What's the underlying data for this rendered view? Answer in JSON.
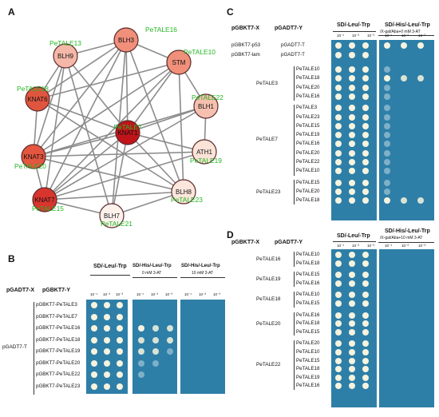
{
  "panels": {
    "a": "A",
    "b": "B",
    "c": "C",
    "d": "D"
  },
  "network": {
    "nodes": [
      {
        "id": "n1",
        "label_red": "BLH3",
        "label_green": "PeTALE16",
        "color": "#f08f7a"
      },
      {
        "id": "n2",
        "label_red": "BLH9",
        "label_green": "PeTALE13",
        "color": "#f5b8a8"
      },
      {
        "id": "n3",
        "label_red": "STM",
        "label_green": "PeTALE10",
        "color": "#f0907a"
      },
      {
        "id": "n4",
        "label_red": "KNAT6",
        "label_green": "PeTALE18",
        "color": "#e0553f"
      },
      {
        "id": "n5",
        "label_red": "BLH1",
        "label_green": "PeTALE22",
        "color": "#f5c0b0"
      },
      {
        "id": "n6",
        "label_red": "KNAT1",
        "label_green": "PeTALE7",
        "color": "#c0141a"
      },
      {
        "id": "n7",
        "label_red": "KNAT3",
        "label_green": "PeTALE20",
        "color": "#e4563f"
      },
      {
        "id": "n8",
        "label_red": "ATH1",
        "label_green": "PeTALE19",
        "color": "#fbe3d8"
      },
      {
        "id": "n9",
        "label_red": "KNAT7",
        "label_green": "PeTALE15",
        "color": "#d9352f"
      },
      {
        "id": "n10",
        "label_red": "BLH8",
        "label_green": "PeTALE23",
        "color": "#fde6dc"
      },
      {
        "id": "n11",
        "label_red": "BLH7",
        "label_green": "PeTALE21",
        "color": "#fdf1ec"
      }
    ],
    "label_green_color": "#22b622"
  },
  "b": {
    "col_x": "pGADT7-X",
    "col_y": "pGBKT7-Y",
    "media": [
      "SD/-Leu/-Trp",
      "SD/-His/-Leu/-Trp",
      "SD/-His/-Leu/-Trp"
    ],
    "media_sub": [
      "",
      "0 mM 3-AT",
      "10 mM 3-AT"
    ],
    "dil": [
      "10⁻¹",
      "10⁻²",
      "10⁻³"
    ],
    "group": "pGADT7-T",
    "rows": [
      "pGBKT7-PeTALE3",
      "pGBKT7-PeTALE7",
      "pGBKT7-PeTALE16",
      "pGBKT7-PeTALE18",
      "pGBKT7-PeTALE19",
      "pGBKT7-PeTALE20",
      "pGBKT7-PeTALE22",
      "pGBKT7-PeTALE23"
    ]
  },
  "c": {
    "col_x": "pGBKT7-X",
    "col_y": "pGADT7-Y",
    "media1": "SD/-Leu/-Trp",
    "media2": "SD/-His/-Leu/-Trp",
    "media2_sub": "/X-gal/Aba+0 mM 3-AT",
    "dil": [
      "10⁻¹",
      "10⁻²",
      "10⁻³"
    ],
    "controls": [
      {
        "x": "pGBKT7-p53",
        "y": "pGADT7-T"
      },
      {
        "x": "pGBKT7-lam",
        "y": "pGADT7-T"
      }
    ],
    "groups": [
      {
        "name": "PeTALE3",
        "rows": [
          "PeTALE10",
          "PeTALE18",
          "PeTALE20",
          "PeTALE16"
        ]
      },
      {
        "name": "PeTALE7",
        "rows": [
          "PeTALE3",
          "PeTALE23",
          "PeTALE15",
          "PeTALE19",
          "PeTALE16",
          "PeTALE20",
          "PeTALE22",
          "PeTALE10"
        ]
      },
      {
        "name": "PeTALE23",
        "rows": [
          "PeTALE15",
          "PeTALE20",
          "PeTALE18"
        ]
      }
    ]
  },
  "d": {
    "col_x": "pGBKT7-X",
    "col_y": "pGADT7-Y",
    "media1": "SD/-Leu/-Trp",
    "media2": "SD/-His/-Leu/-Trp",
    "media2_sub": "/X-gal/Aba+10 mM 3-AT",
    "dil": [
      "10⁻¹",
      "10⁻²",
      "10⁻³"
    ],
    "groups": [
      {
        "name": "PeTALE16",
        "rows": [
          "PeTALE10",
          "PeTALE18"
        ]
      },
      {
        "name": "PeTALE19",
        "rows": [
          "PeTALE15",
          "PeTALE16"
        ]
      },
      {
        "name": "PeTALE18",
        "rows": [
          "PeTALE10",
          "PeTALE15"
        ]
      },
      {
        "name": "PeTALE20",
        "rows": [
          "PeTALE16",
          "PeTALE18",
          "PeTALE15"
        ]
      },
      {
        "name": "PeTALE22",
        "rows": [
          "PeTALE20",
          "PeTALE10",
          "PeTALE15",
          "PeTALE18",
          "PeTALE19",
          "PeTALE16"
        ]
      }
    ]
  }
}
